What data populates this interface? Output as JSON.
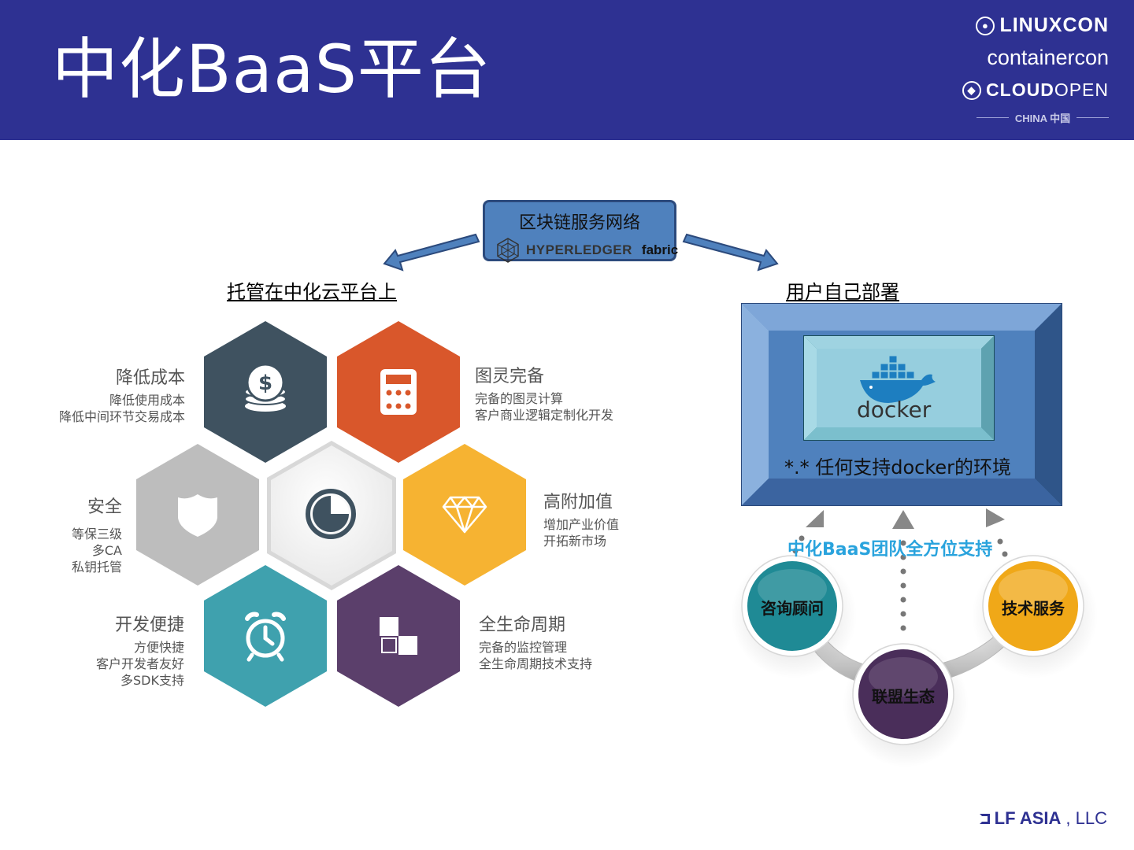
{
  "header": {
    "title": "中化BaaS平台",
    "logos": {
      "linuxcon": "LINUXCON",
      "containercon": "containercon",
      "cloudopen_a": "CLOUD",
      "cloudopen_b": "OPEN",
      "china": "CHINA 中国"
    }
  },
  "network": {
    "title": "区块链服务网络",
    "hyperledger": "HYPERLEDGER",
    "fabric": "fabric"
  },
  "left_section": {
    "title": "托管在中化云平台上"
  },
  "right_section": {
    "title": "用户自己部署"
  },
  "features": [
    {
      "title": "降低成本",
      "lines": [
        "降低使用成本",
        "降低中间环节交易成本"
      ],
      "icon": "coins-icon",
      "color": "#3f5260"
    },
    {
      "title": "图灵完备",
      "lines": [
        "完备的图灵计算",
        "客户商业逻辑定制化开发"
      ],
      "icon": "calculator-icon",
      "color": "#d9572b"
    },
    {
      "title": "安全",
      "lines": [
        "等保三级",
        "多CA",
        "私钥托管"
      ],
      "icon": "shield-icon",
      "color": "#bdbdbd"
    },
    {
      "title": "高附加值",
      "lines": [
        "增加产业价值",
        "开拓新市场"
      ],
      "icon": "diamond-icon",
      "color": "#f6b332"
    },
    {
      "title": "开发便捷",
      "lines": [
        "方便快捷",
        "客户开发者友好",
        "多SDK支持"
      ],
      "icon": "alarm-clock-icon",
      "color": "#3fa1ae"
    },
    {
      "title": "全生命周期",
      "lines": [
        "完备的监控管理",
        "全生命周期技术支持"
      ],
      "icon": "checker-icon",
      "color": "#5b3f6b"
    }
  ],
  "center_icon": "pie-chart-icon",
  "docker": {
    "logo_text": "docker",
    "caption": "*.* 任何支持docker的环境"
  },
  "support": {
    "title": "中化BaaS团队全方位支持",
    "bubbles": [
      {
        "label": "咨询顾问",
        "color": "#1f8a95"
      },
      {
        "label": "联盟生态",
        "color": "#4a2e5a"
      },
      {
        "label": "技术服务",
        "color": "#f0a818"
      }
    ]
  },
  "footer": {
    "brand": "LF ASIA",
    "suffix": ", LLC"
  },
  "colors": {
    "header_bg": "#2e3192",
    "accent_blue": "#4f81bd",
    "support_text": "#29a3dd"
  }
}
